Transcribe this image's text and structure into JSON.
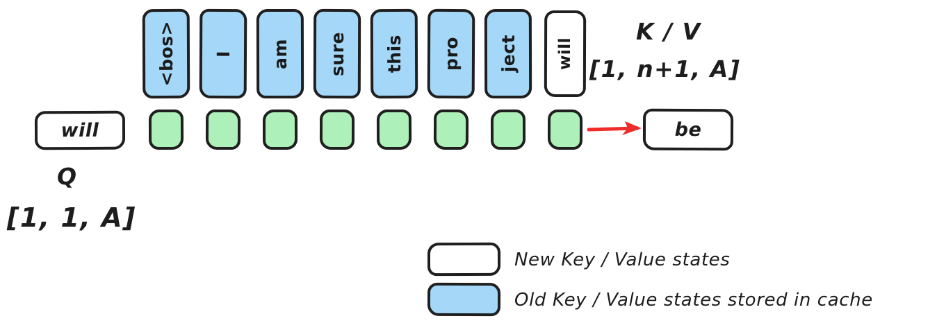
{
  "diagram": {
    "title": "KV-cache attention step",
    "colors": {
      "cached_fill": "#a5d8f8",
      "new_state_fill": "#aef0ba",
      "blank_fill": "#ffffff",
      "stroke": "#1f1f1f",
      "arrow": "#ef2b2b"
    },
    "cached_tokens": [
      {
        "label": "<bos>",
        "cached": true
      },
      {
        "label": "I",
        "cached": true
      },
      {
        "label": "am",
        "cached": true
      },
      {
        "label": "sure",
        "cached": true
      },
      {
        "label": "this",
        "cached": true
      },
      {
        "label": "pro",
        "cached": true
      },
      {
        "label": "ject",
        "cached": true
      },
      {
        "label": "will",
        "cached": false
      }
    ],
    "kv_annotation": {
      "name": "K / V",
      "shape": "[1, n+1, A]"
    },
    "query": {
      "token": "will",
      "name": "Q",
      "shape": "[1, 1, A]"
    },
    "attention_cells_count": 8,
    "output": {
      "token": "be"
    },
    "legend": [
      {
        "swatch": "white",
        "text": "New Key / Value states"
      },
      {
        "swatch": "blue",
        "text": "Old Key / Value states stored in cache"
      }
    ]
  }
}
